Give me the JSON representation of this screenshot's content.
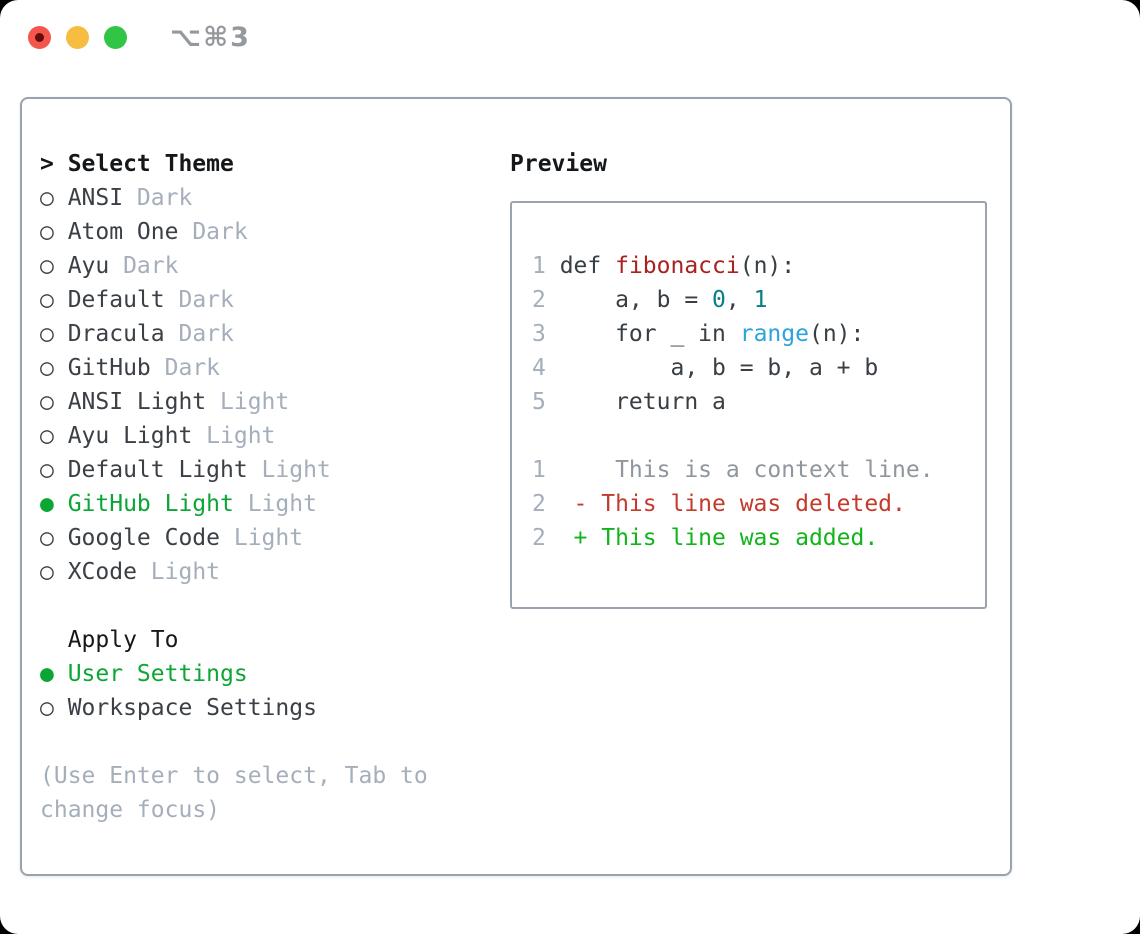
{
  "colors": {
    "accent_green": "#0CA635",
    "text_dark": "#3B4046",
    "header_black": "#15181B",
    "muted": "#A5AEBB",
    "panel_border": "#99A3AE",
    "title_gray": "#95999E",
    "traffic_red": "#F4564E",
    "traffic_yellow": "#F6BD40",
    "traffic_green": "#30C546",
    "plain": "#373E44",
    "func": "#A82220",
    "number": "#0B7D86",
    "builtin": "#2BA3DC",
    "context": "#8F969E",
    "deleted": "#C43A2B",
    "added": "#12B41C"
  },
  "window": {
    "title": "⌥⌘3"
  },
  "theme_panel": {
    "cursor": ">",
    "header": "Select Theme",
    "items": [
      {
        "name": "ANSI",
        "variant": "Dark",
        "selected": false
      },
      {
        "name": "Atom One",
        "variant": "Dark",
        "selected": false
      },
      {
        "name": "Ayu",
        "variant": "Dark",
        "selected": false
      },
      {
        "name": "Default",
        "variant": "Dark",
        "selected": false
      },
      {
        "name": "Dracula",
        "variant": "Dark",
        "selected": false
      },
      {
        "name": "GitHub",
        "variant": "Dark",
        "selected": false
      },
      {
        "name": "ANSI Light",
        "variant": "Light",
        "selected": false
      },
      {
        "name": "Ayu Light",
        "variant": "Light",
        "selected": false
      },
      {
        "name": "Default Light",
        "variant": "Light",
        "selected": false
      },
      {
        "name": "GitHub Light",
        "variant": "Light",
        "selected": true
      },
      {
        "name": "Google Code",
        "variant": "Light",
        "selected": false
      },
      {
        "name": "XCode",
        "variant": "Light",
        "selected": false
      }
    ],
    "apply_to": {
      "header": "Apply To",
      "options": [
        {
          "label": "User Settings",
          "selected": true
        },
        {
          "label": "Workspace Settings",
          "selected": false
        }
      ]
    },
    "help": "(Use Enter to select, Tab to change focus)"
  },
  "preview": {
    "header": "Preview",
    "code_lines": [
      {
        "num": "1",
        "tokens": [
          {
            "t": " def ",
            "c": "plain"
          },
          {
            "t": "fibonacci",
            "c": "func"
          },
          {
            "t": "(n):",
            "c": "plain"
          }
        ]
      },
      {
        "num": "2",
        "tokens": [
          {
            "t": "     a, b = ",
            "c": "plain"
          },
          {
            "t": "0",
            "c": "number"
          },
          {
            "t": ", ",
            "c": "plain"
          },
          {
            "t": "1",
            "c": "number"
          }
        ]
      },
      {
        "num": "3",
        "tokens": [
          {
            "t": "     for _ in ",
            "c": "plain"
          },
          {
            "t": "range",
            "c": "builtin"
          },
          {
            "t": "(n):",
            "c": "plain"
          }
        ]
      },
      {
        "num": "4",
        "tokens": [
          {
            "t": "         a, b = b, a + b",
            "c": "plain"
          }
        ]
      },
      {
        "num": "5",
        "tokens": [
          {
            "t": "     return a",
            "c": "plain"
          }
        ]
      }
    ],
    "diff_lines": [
      {
        "num": "1",
        "tokens": [
          {
            "t": "     This is a context line.",
            "c": "context"
          }
        ]
      },
      {
        "num": "2",
        "tokens": [
          {
            "t": "  - This line was deleted.",
            "c": "deleted"
          }
        ]
      },
      {
        "num": "2",
        "tokens": [
          {
            "t": "  + This line was added.",
            "c": "added"
          }
        ]
      }
    ]
  }
}
